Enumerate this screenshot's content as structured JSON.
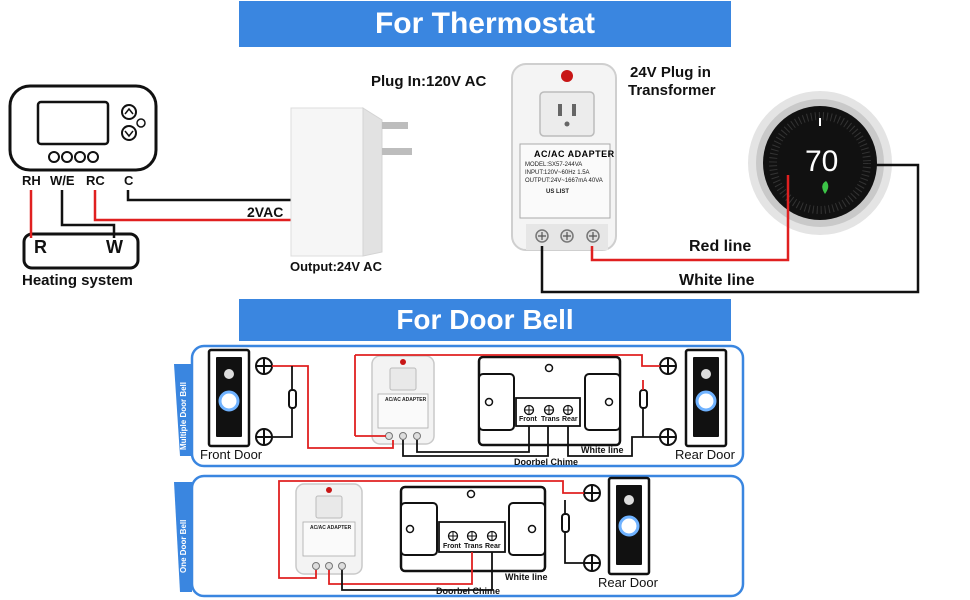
{
  "colors": {
    "banner": "#3a86e0",
    "red_wire": "#e02020",
    "black_wire": "#111111",
    "panel_border": "#3a86e0"
  },
  "thermostat_section": {
    "banner": "For Thermostat",
    "terminals": [
      "RH",
      "W/E",
      "RC",
      "C"
    ],
    "heating_terminals": [
      "R",
      "W"
    ],
    "heating_label": "Heating system",
    "wire_2vac": "2VAC",
    "plug_in": "Plug In:120V AC",
    "output": "Output:24V AC",
    "transformer_label_1": "24V Plug in",
    "transformer_label_2": "Transformer",
    "adapter_title": "AC/AC ADAPTER",
    "adapter_lines": [
      "MODEL:SX57-244VA",
      "INPUT:120V~60Hz 1.5A",
      "OUTPUT:24V~1667mA 40VA"
    ],
    "adapter_listing": "US LIST",
    "nest_temp": "70",
    "red_line": "Red line",
    "white_line": "White line"
  },
  "doorbell_section": {
    "banner": "For Door Bell",
    "multiple_panel": {
      "side_label": "Multiple Door Bell",
      "front_door": "Front Door",
      "rear_door": "Rear Door",
      "chime_label": "Doorbel Chime",
      "white_line": "White line",
      "terminals": [
        "Front",
        "Trans",
        "Rear"
      ],
      "adapter_title": "AC/AC ADAPTER"
    },
    "one_panel": {
      "side_label": "One Door Bell",
      "rear_door": "Rear Door",
      "chime_label": "Doorbel Chime",
      "white_line": "White line",
      "terminals": [
        "Front",
        "Trans",
        "Rear"
      ],
      "adapter_title": "AC/AC ADAPTER"
    }
  }
}
